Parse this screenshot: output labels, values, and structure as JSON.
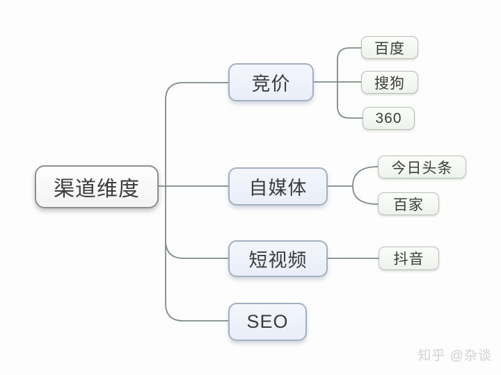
{
  "page": {
    "watermark": "知乎 @杂谈"
  },
  "mindmap": {
    "root": "渠道维度",
    "branches": [
      {
        "label": "竞价",
        "children": [
          "百度",
          "搜狗",
          "360"
        ]
      },
      {
        "label": "自媒体",
        "children": [
          "今日头条",
          "百家"
        ]
      },
      {
        "label": "短视频",
        "children": [
          "抖音"
        ]
      },
      {
        "label": "SEO",
        "children": []
      }
    ]
  },
  "colors": {
    "background": "#fdfdfd",
    "connector": "#7d8a86",
    "root_border": "#8e8e8e",
    "branch_border": "#a2aec2",
    "branch_fill": "#edf1f9",
    "leaf_border": "#b4bfb2",
    "leaf_fill": "#f4f7f2",
    "text": "#3b3b3b",
    "watermark": "#d2d2d2"
  }
}
